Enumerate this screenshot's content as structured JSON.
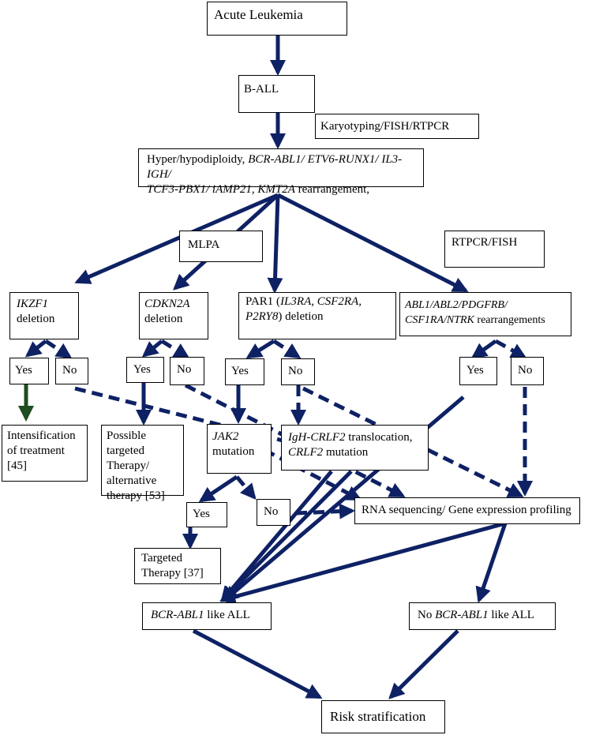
{
  "colors": {
    "arrow": "#0e2164",
    "arrow_green": "#1e4d1f",
    "border": "#000000"
  },
  "nodes": {
    "acute": "Acute Leukemia",
    "ball": "B-ALL",
    "karyo": "Karyotyping/FISH/RTPCR",
    "hyper": {
      "p1": "Hyper/hypodiploidy, ",
      "bcr": "BCR-ABL1/ ETV6-RUNX1/ IL3-IGH/",
      "tcf": "TCF3-PBX1/ iAMP21, KMT2A",
      "p2": " rearrangement,"
    },
    "mlpa": "MLPA",
    "rtpcr": "RTPCR/FISH",
    "ikzf1": {
      "gene": "IKZF1",
      "text": "deletion"
    },
    "cdkn2a": {
      "gene": "CDKN2A",
      "text": "deletion"
    },
    "par1": {
      "p1": "PAR1 (",
      "il3ra": "IL3RA, CSF2RA,",
      "p2ry8": "P2RY8",
      "p2": ") deletion"
    },
    "abl": {
      "l1": "ABL1/ABL2/PDGFRB/",
      "l2": "CSF1RA/NTRK",
      "l2b": " rearrangements"
    },
    "yes1": "Yes",
    "no1": "No",
    "yes2": "Yes",
    "no2": "No",
    "yes3": "Yes",
    "no3": "No",
    "yes4": "Yes",
    "no4": "No",
    "intens": "Intensification of treatment [45]",
    "possible": "Possible targeted Therapy/ alternative therapy [53]",
    "jak2": {
      "gene": "JAK2",
      "text": "mutation"
    },
    "igh": {
      "gene": "IgH-CRLF2",
      "t1": " translocation,",
      "gene2": "CRLF2",
      "t2": " mutation"
    },
    "yes5": "Yes",
    "no5": "No",
    "rna": "RNA sequencing/ Gene expression profiling",
    "targeted": "Targeted Therapy [37]",
    "bcrlike": {
      "gene": "BCR-ABL1",
      "text": " like ALL"
    },
    "nobcr": {
      "p1": "No ",
      "gene": "BCR-ABL1",
      "text": " like ALL"
    },
    "risk": "Risk stratification"
  }
}
